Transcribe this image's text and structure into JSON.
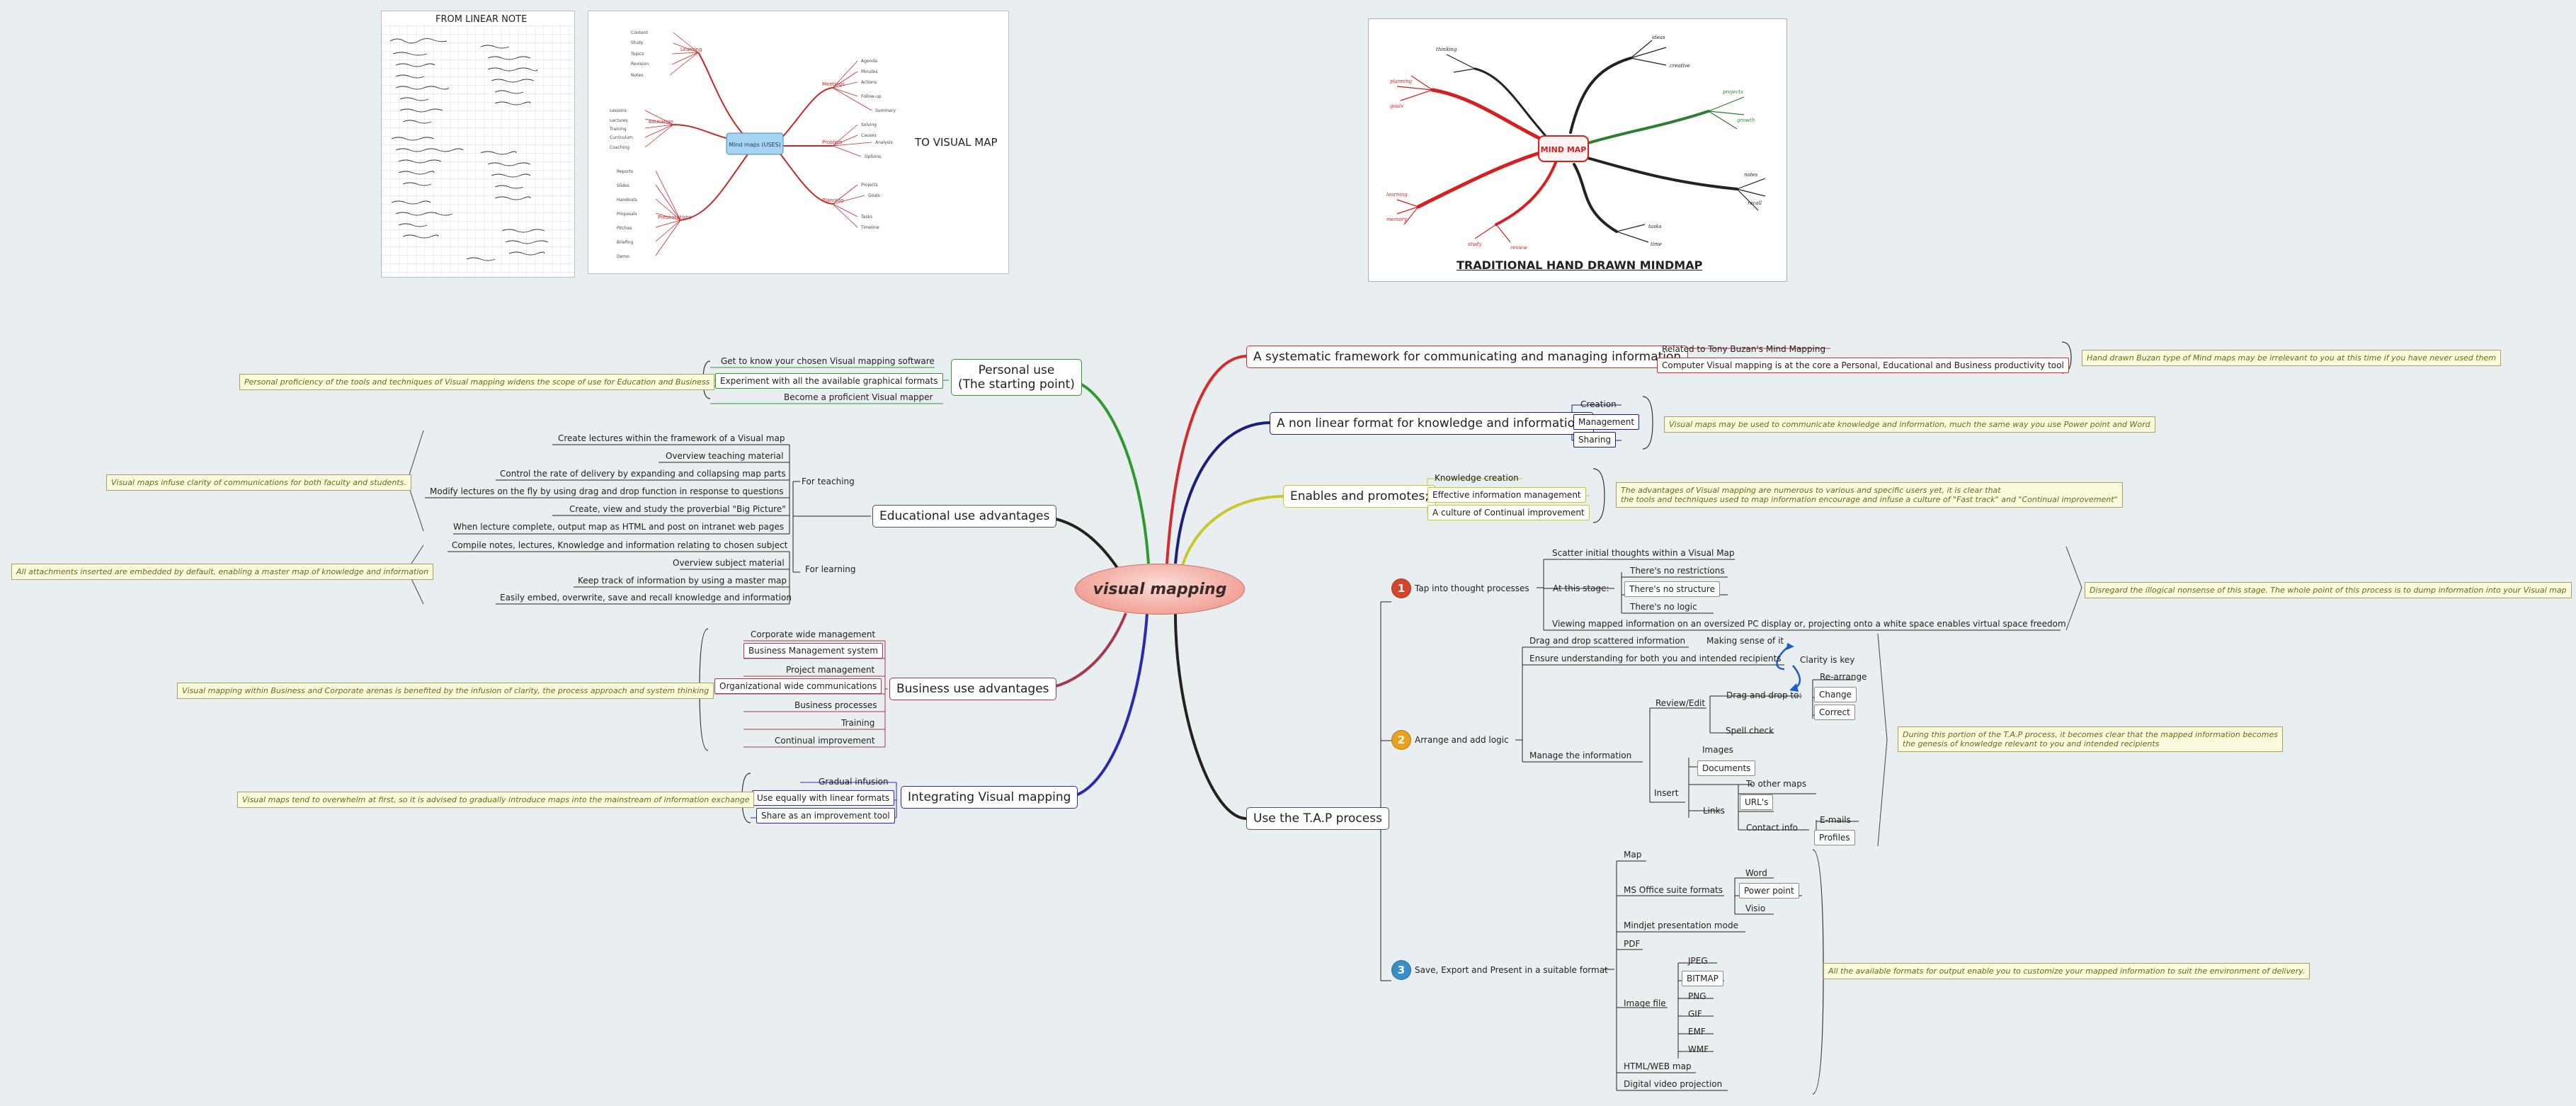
{
  "root": {
    "label": "visual mapping"
  },
  "images": {
    "linear_note_title": "FROM LINEAR NOTE",
    "visual_map_caption": "TO VISUAL MAP",
    "hand_drawn_caption": "TRADITIONAL HAND DRAWN MINDMAP",
    "sample_map_center": "Mind maps (USES)",
    "hand_drawn_center": "MIND MAP",
    "sample_map_branches": [
      "Learning",
      "Education",
      "Presentations",
      "Meetings",
      "Problem",
      "Planning"
    ]
  },
  "left": {
    "personal": {
      "title": "Personal use\n(The starting point)",
      "items": [
        "Get to know your chosen Visual mapping software",
        "Experiment with all the available graphical formats",
        "Become a proficient Visual mapper"
      ],
      "note": "Personal proficiency of the tools and techniques of Visual mapping widens the scope of use for Education and Business"
    },
    "education": {
      "title": "Educational use advantages",
      "teaching_label": "For teaching",
      "teaching": [
        "Create lectures within the framework of a Visual map",
        "Overview teaching material",
        "Control the rate of delivery by expanding and collapsing map parts",
        "Modify lectures on the fly by using drag and drop function in response to questions",
        "Create, view and study the proverbial \"Big Picture\"",
        "When lecture complete, output map as HTML and post on intranet web pages"
      ],
      "learning_label": "For learning",
      "learning": [
        "Compile notes, lectures, Knowledge and information relating to chosen subject",
        "Overview subject material",
        "Keep track of information by using a master map",
        "Easily embed, overwrite, save and recall knowledge and information"
      ],
      "note1": "Visual maps infuse clarity of communications for both faculty and students.",
      "note2": "All attachments inserted are embedded by default, enabling a master map of knowledge and information"
    },
    "business": {
      "title": "Business use advantages",
      "items": [
        "Corporate wide management",
        "Business Management system",
        "Project management",
        "Organizational wide communications",
        "Business processes",
        "Training",
        "Continual improvement"
      ],
      "note": "Visual mapping within Business and Corporate arenas is benefited by the infusion of clarity,  the process approach and system thinking"
    },
    "integrating": {
      "title": "Integrating Visual mapping",
      "items": [
        "Gradual infusion",
        "Use equally with linear formats",
        "Share as an improvement tool"
      ],
      "note": "Visual maps tend to overwhelm at first, so it is advised to gradually introduce maps into the mainstream of information exchange"
    }
  },
  "right": {
    "framework": {
      "title": "A systematic framework for communicating and managing information",
      "items": [
        "Related to Tony Buzan's Mind Mapping",
        "Computer Visual mapping is at the core a Personal, Educational and Business productivity tool"
      ],
      "note": "Hand drawn Buzan type of Mind maps may be irrelevant to you at this time if you have never used them"
    },
    "nonlinear": {
      "title": "A non linear format for knowledge and information;",
      "items": [
        "Creation",
        "Management",
        "Sharing"
      ],
      "note": "Visual maps may be used to communicate knowledge and information, much the same way you use Power point and Word"
    },
    "enables": {
      "title": "Enables and promotes;",
      "items": [
        "Knowledge creation",
        "Effective information management",
        "A culture of Continual improvement"
      ],
      "note_line1": "The advantages of Visual mapping are numerous to various and specific users yet, it is clear that",
      "note_line2": "the tools and techniques used to map information encourage and infuse a culture of \"Fast track\" and \"Continual improvement\""
    },
    "tap": {
      "title": "Use the T.A.P process",
      "step1": {
        "num": "1",
        "label": "Tap into thought processes",
        "scatter": "Scatter initial thoughts within a Visual Map",
        "stage_label": "At this stage:",
        "stage": [
          "There's no restrictions",
          "There's no structure",
          "There's no logic"
        ],
        "viewing": "Viewing mapped information on an oversized PC display or, projecting onto a white space enables virtual space freedom",
        "note": "Disregard the illogical nonsense of this stage.  The whole point of this process is to dump information into your Visual map"
      },
      "step2": {
        "num": "2",
        "label": "Arrange and add logic",
        "drag": "Drag and drop scattered information",
        "sense": "Making sense of it",
        "ensure": "Ensure understanding for both you and intended recipients",
        "clarity": "Clarity is key",
        "manage": "Manage the information",
        "review": "Review/Edit",
        "dragto": "Drag and drop to:",
        "dragto_items": [
          "Re-arrange",
          "Change",
          "Correct"
        ],
        "spell": "Spell check",
        "insert": "Insert",
        "images": "Images",
        "documents": "Documents",
        "links": "Links",
        "links_items": [
          "To other maps",
          "URL's"
        ],
        "contact": "Contact info",
        "contact_items": [
          "E-mails",
          "Profiles"
        ],
        "note_line1": "During this portion of the T.A.P process, it becomes clear that the mapped information becomes",
        "note_line2": "the genesis of knowledge relevant to you and intended recipients"
      },
      "step3": {
        "num": "3",
        "label": "Save, Export and Present in a suitable format",
        "map": "Map",
        "ms": "MS Office suite formats",
        "ms_items": [
          "Word",
          "Power point",
          "Visio"
        ],
        "mindjet": "Mindjet presentation mode",
        "pdf": "PDF",
        "imagefile": "Image file",
        "image_items": [
          "JPEG",
          "BITMAP",
          "PNG",
          "GIF",
          "EMF",
          "WMF"
        ],
        "html": "HTML/WEB map",
        "video": "Digital video projection",
        "note": "All the available formats for output enable you to customize your mapped information to suit the environment of delivery."
      }
    }
  },
  "colors": {
    "personal": "#2e9a2e",
    "education": "#222222",
    "business": "#a33a4a",
    "integrating": "#2a2ab0",
    "framework": "#d42b2b",
    "nonlinear": "#1d1d7a",
    "enables": "#c8c82a",
    "tap": "#222222",
    "step1": "#d4462a",
    "step2": "#e8a21c",
    "step3": "#3a8ec8"
  }
}
